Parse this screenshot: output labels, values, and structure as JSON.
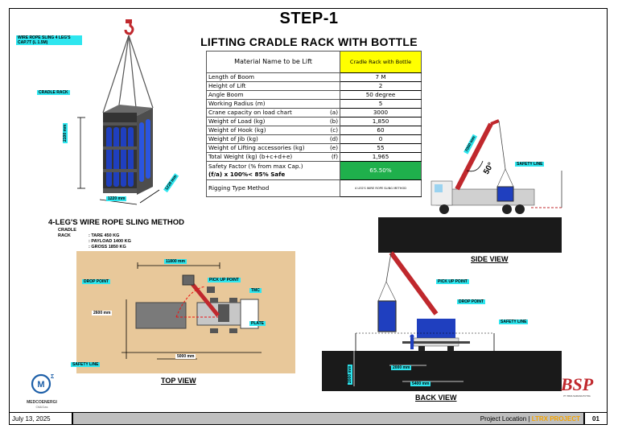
{
  "header": {
    "title": "STEP-1",
    "subtitle": "LIFTING CRADLE RACK WITH BOTTLE"
  },
  "table": {
    "header_label": "Material Name to be Lift",
    "header_value": "Cradle Rack with Bottle",
    "rows": [
      {
        "label": "Length of Boom",
        "code": "",
        "value": "7 M"
      },
      {
        "label": "Height of Lift",
        "code": "",
        "value": "2"
      },
      {
        "label": "Angle Boom",
        "code": "",
        "value": "50 degree"
      },
      {
        "label": "Working Radius (m)",
        "code": "",
        "value": "5"
      },
      {
        "label": "Crane capacity on load chart",
        "code": "(a)",
        "value": "3000"
      },
      {
        "label": "Weight of Load (kg)",
        "code": "(b)",
        "value": "1,850"
      },
      {
        "label": "Weight of Hook (kg)",
        "code": "(c)",
        "value": "60"
      },
      {
        "label": "Weight of Jib (kg)",
        "code": "(d)",
        "value": "0"
      },
      {
        "label": "Weight of Lifting accessories (kg)",
        "code": "(e)",
        "value": "55"
      },
      {
        "label": "Total Weight (kg) (b+c+d+e)",
        "code": "(f)",
        "value": "1,965"
      }
    ],
    "safety_label_1": "Safety Factor (% from max Cap.)",
    "safety_label_2": "(f/a) x 100%< 85% Safe",
    "safety_value": "65.50%",
    "rigging_label": "Rigging Type Method",
    "rigging_value": "4 LEG'S WIRE ROPE SLING METHOD"
  },
  "left": {
    "sling_label": "WIRE ROPE SLING 4 LEG'S CAP.7T (L 1.5M)",
    "cradle_label": "CRADLE RACK",
    "dim_height": "2100 mm",
    "dim_width": "1220 mm",
    "dim_depth": "1220 mm",
    "method_title": "4-LEG'S WIRE ROPE SLING METHOD",
    "spec_name": "CRADLE RACK",
    "spec_tare": ": TARE 450 KG",
    "spec_payload": ": PAYLOAD 1400 KG",
    "spec_gross": ": GROSS 1850 KG"
  },
  "top_view": {
    "label": "TOP VIEW",
    "dim_length": "11800 mm",
    "dim_width": "2600 mm",
    "dim_offset": "5000 mm",
    "drop_point": "DROP POINT",
    "pick_up_point": "PICK UP POINT",
    "tmc": "TMC",
    "plate": "PLATE",
    "safety_line": "SAFETY LINE"
  },
  "side_view": {
    "label": "SIDE VIEW",
    "boom": "7000 mm",
    "angle": "50°",
    "safety_line": "SAFETY LINE"
  },
  "back_view": {
    "label": "BACK VIEW",
    "pick_up_point": "PICK UP POINT",
    "drop_point": "DROP POINT",
    "safety_line": "SAFETY LINE",
    "dim_height": "2000 mm",
    "dim_a": "2000 mm",
    "dim_b": "5400 mm"
  },
  "logos": {
    "medco": "MEDCOENERGI",
    "medco_sub": "Oil&Gas",
    "bsp": "BSP",
    "bsp_sub": "PT. BINA SARANA PUTRA"
  },
  "footer": {
    "date": "July 13, 2025",
    "location_label": "Project Location |",
    "project": "LTRX PROJECT",
    "page": "01"
  },
  "colors": {
    "accent_cyan": "#2ee6ef",
    "crane_red": "#c0282d",
    "bottle_blue": "#1f3fbf",
    "safety_green": "#1fb04c",
    "highlight_yellow": "#ffff00",
    "project_orange": "#f5a400"
  }
}
